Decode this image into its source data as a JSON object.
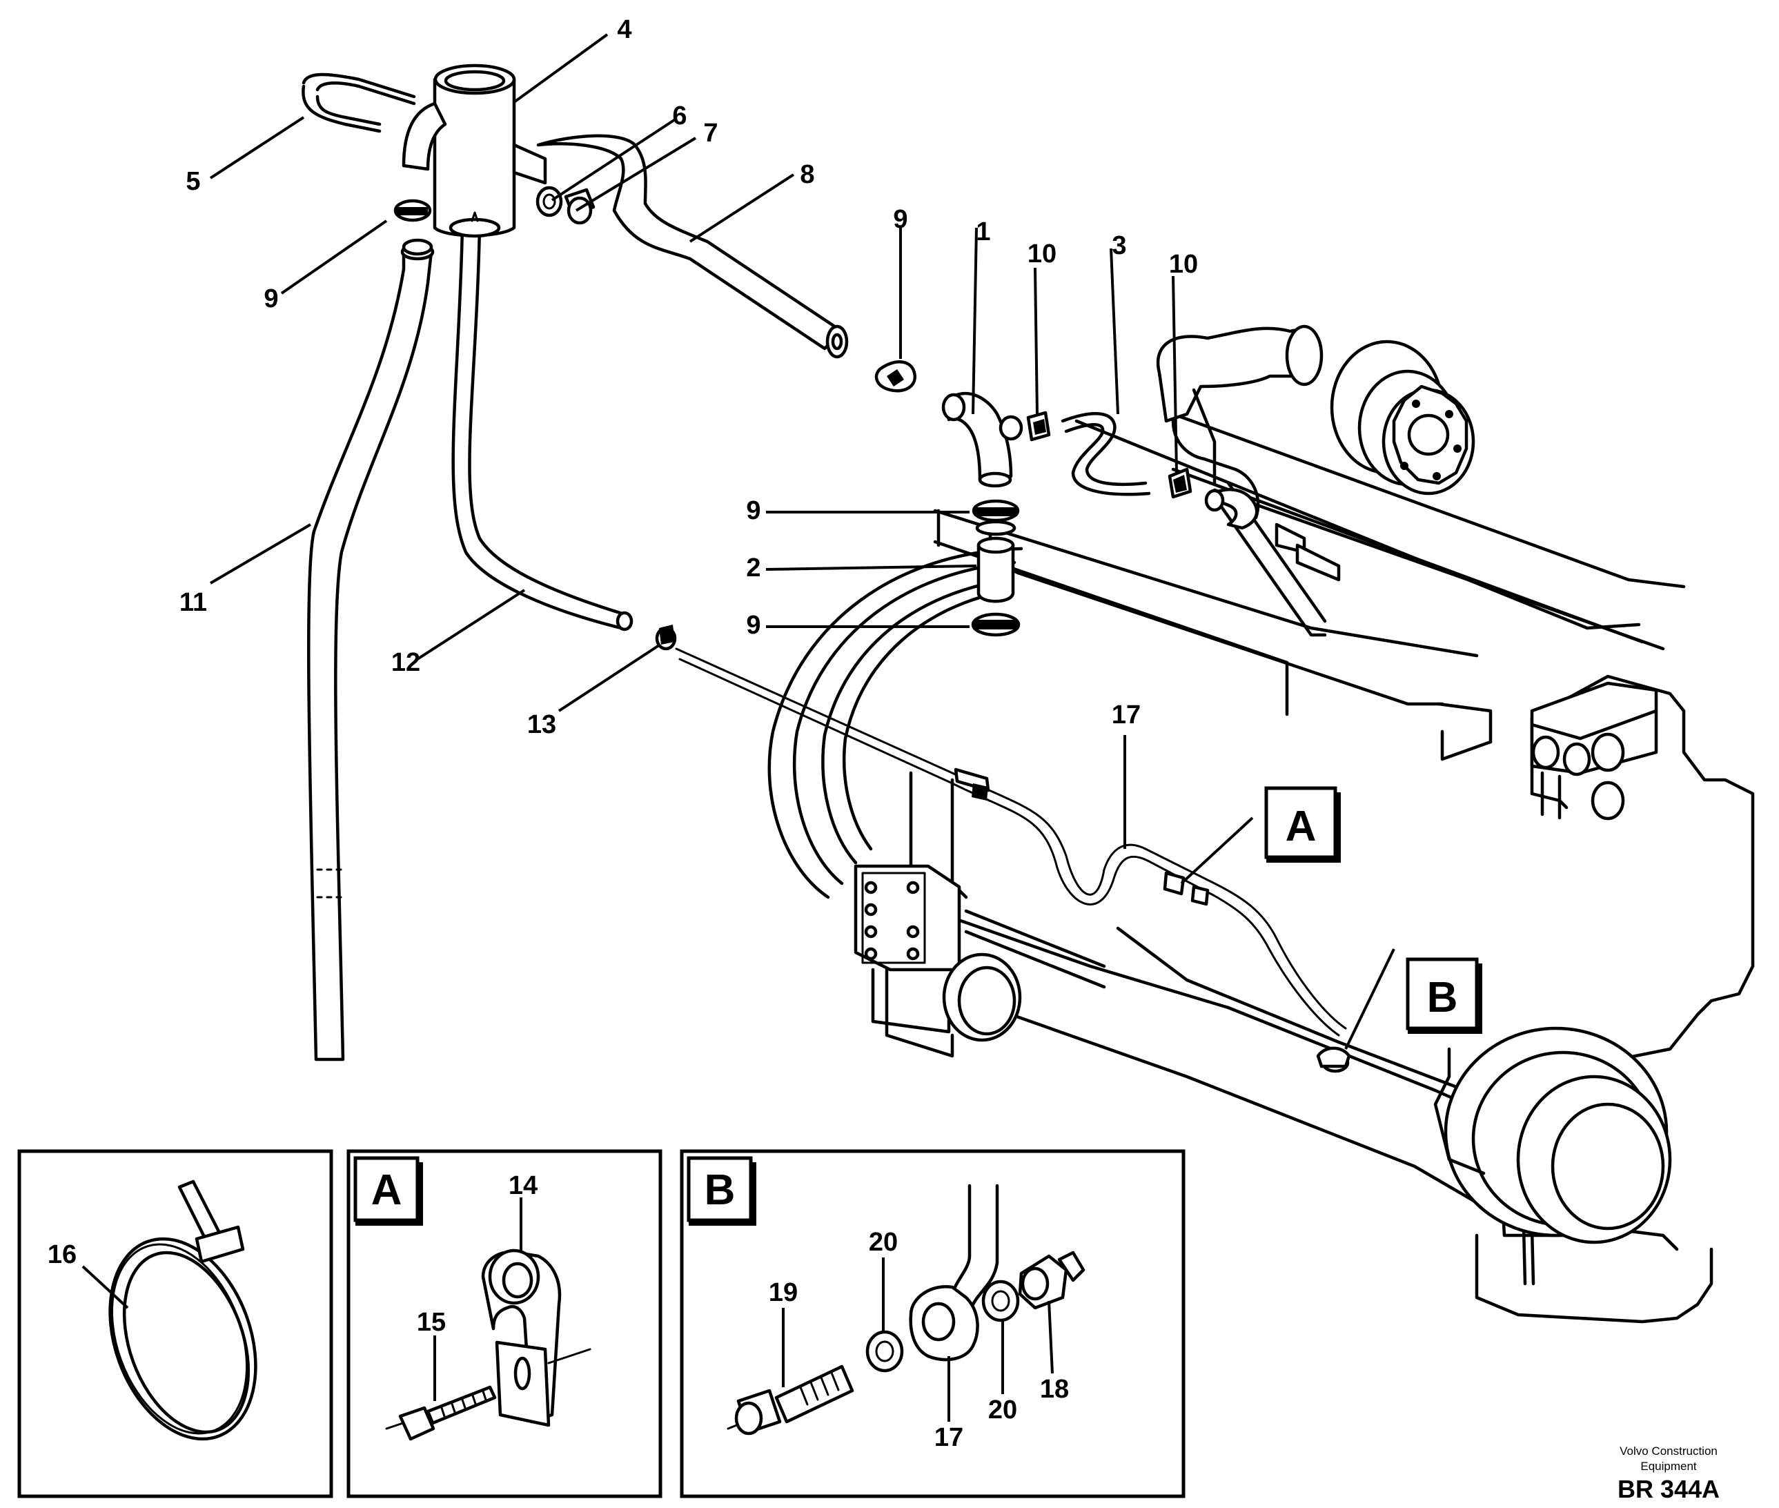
{
  "callouts": {
    "c1": "1",
    "c2": "2",
    "c3": "3",
    "c4": "4",
    "c5": "5",
    "c6": "6",
    "c7": "7",
    "c8": "8",
    "c9a": "9",
    "c9b": "9",
    "c9c": "9",
    "c9d": "9",
    "c10a": "10",
    "c10b": "10",
    "c11": "11",
    "c12": "12",
    "c13": "13",
    "c14": "14",
    "c15": "15",
    "c16": "16",
    "c17a": "17",
    "c17b": "17",
    "c18": "18",
    "c19": "19",
    "c20a": "20",
    "c20b": "20"
  },
  "view_markers": {
    "a_main": "A",
    "b_main": "B",
    "a_detail": "A",
    "b_detail": "B"
  },
  "footer": {
    "company_line1": "Volvo Construction",
    "company_line2": "Equipment",
    "drawing_number": "BR 344A"
  }
}
